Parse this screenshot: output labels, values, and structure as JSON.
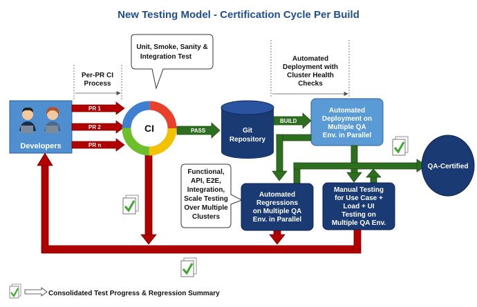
{
  "title": "New Testing Model - Certification Cycle Per Build",
  "callouts": {
    "ci_tests": [
      "Unit, Smoke, Sanity &",
      "Integration Test"
    ],
    "regression_tests": [
      "Functional,",
      "API, E2E,",
      "Integration,",
      "Scale Testing",
      "Over Multiple",
      "Clusters"
    ]
  },
  "annotations": {
    "per_pr": [
      "Per-PR CI",
      "Process"
    ],
    "auto_deploy": [
      "Automated",
      "Deployment with",
      "Cluster Health",
      "Checks"
    ]
  },
  "nodes": {
    "developers": "Developers",
    "ci": "CI",
    "git": [
      "Git",
      "Repository"
    ],
    "deploy": [
      "Automated",
      "Deployment on",
      "Multiple QA",
      "Env. in Parallel"
    ],
    "regressions": [
      "Automated",
      "Regressions",
      "on Multiple QA",
      "Env. in Parallel"
    ],
    "manual": [
      "Manual Testing",
      "for Use Case +",
      "Load + UI",
      "Testing on",
      "Multiple QA Env."
    ],
    "certified": "QA-Certified"
  },
  "arrow_labels": {
    "pr1": "PR 1",
    "pr2": "PR 2",
    "prn": "PR n",
    "pass": "PASS",
    "build": "BUILD"
  },
  "legend": "Consolidated Test Progress & Regression Summary",
  "colors": {
    "title": "#1f4e8c",
    "dark_red": "#b00000",
    "green": "#2e6e1f",
    "navy": "#1a3a73",
    "light_blue": "#5b9bd5",
    "dev_blue": "#4f8fd0"
  }
}
